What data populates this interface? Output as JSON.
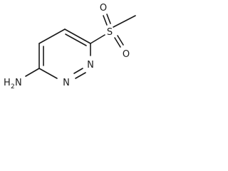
{
  "molecule": {
    "atoms": {
      "n_ring_upper": "N",
      "n_ring_lower": "N",
      "sulfur": "S",
      "oxygen_top": "O",
      "oxygen_bottom": "O",
      "amine_h": "H",
      "amine_h_count": "2",
      "amine_n": "N"
    },
    "colors": {
      "bond": "#1a1a1a",
      "label": "#1a1a1a",
      "background": "#ffffff"
    }
  }
}
